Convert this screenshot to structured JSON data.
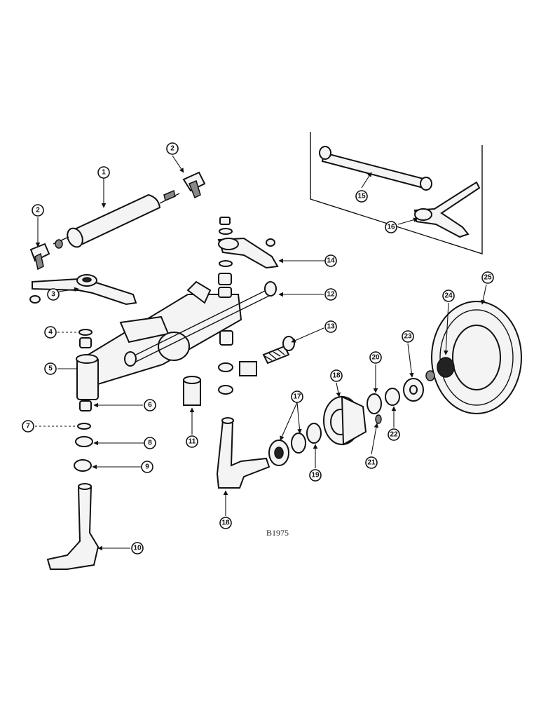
{
  "figure_code": "B1975",
  "callouts": [
    "1",
    "2",
    "2",
    "3",
    "4",
    "5",
    "6",
    "7",
    "8",
    "9",
    "10",
    "11",
    "12",
    "13",
    "14",
    "15",
    "16",
    "17",
    "18",
    "19",
    "20",
    "21",
    "22",
    "23",
    "24",
    "25",
    "18"
  ]
}
